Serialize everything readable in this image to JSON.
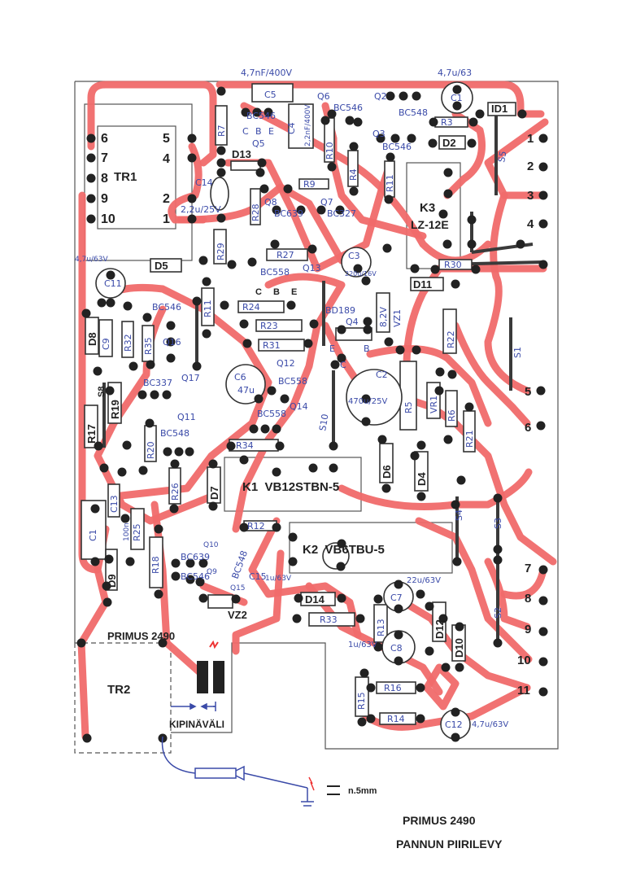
{
  "board": {
    "title": "PRIMUS 2490",
    "subtitle": "PANNUN PIIRILEVY",
    "tr2_label": "PRIMUS 2490",
    "spark_gap": "KIPINÄVÄLI",
    "gap_size": "n.5mm"
  },
  "tr1": {
    "name": "TR1",
    "pins": [
      "6",
      "7",
      "8",
      "9",
      "10",
      "5",
      "4",
      "2",
      "1"
    ]
  },
  "tr2": {
    "name": "TR2"
  },
  "k1": {
    "name": "K1  VB12STBN-5"
  },
  "k2": {
    "name": "K2  VB6TBU-5"
  },
  "k3": {
    "name": "K3",
    "type": "LZ-12E"
  },
  "terminals": [
    "1",
    "2",
    "3",
    "4",
    "5",
    "6",
    "7",
    "8",
    "9",
    "10",
    "11"
  ],
  "diodes": {
    "d1": "ID1",
    "d2": "D2",
    "d4": "D4",
    "d5": "D5",
    "d6": "D6",
    "d7": "D7",
    "d8": "D8",
    "d9": "D9",
    "d10": "D10",
    "d11": "D11",
    "d12": "D12",
    "d13": "D13",
    "d14": "D14",
    "vz1": "VZ1",
    "vz1_val": "8,2V",
    "vz2": "VZ2"
  },
  "resistors": {
    "r3": "R3",
    "r4": "R4",
    "r5": "R5",
    "r6": "R6",
    "r7": "R7",
    "r9": "R9",
    "r10": "R10",
    "r11": "R11",
    "r12": "R12",
    "r13": "R13",
    "r14": "R14",
    "r15": "R15",
    "r16": "R16",
    "r17": "R17",
    "r18": "R18",
    "r19": "R19",
    "r20": "R20",
    "r21": "R21",
    "r22": "R22",
    "r23": "R23",
    "r24": "R24",
    "r25": "R25",
    "r26": "R26",
    "r27": "R27",
    "r28": "R28",
    "r29": "R29",
    "r30": "R30",
    "r31": "R31",
    "r32": "R32",
    "r33": "R33",
    "r34": "R34",
    "r35": "R35",
    "vr1": "VR1"
  },
  "capacitors": {
    "c1": "C1",
    "c1_val": "4,7u/63",
    "c2": "C2",
    "c2_val": "470u/25V",
    "c3": "C3",
    "c3_val": "220u/16V",
    "c4": "C4",
    "c4_val": "2,2nF/400V",
    "c5": "C5",
    "c5_val": "4,7nF/400V",
    "c6": "C6",
    "c6_val": "47u",
    "c7": "C7",
    "c7_val": "22u/63V",
    "c8": "C8",
    "c8_val": "1u/63V",
    "c9": "C9",
    "c11": "C11",
    "c11_val": "4,7u/63V",
    "c12": "C12",
    "c12_val": "4,7u/63V",
    "c13": "C13",
    "c13_val": "100n",
    "c14": "C14",
    "c14_val": "2,2u/25V",
    "c15": "C15",
    "c15_val": "1u/63V"
  },
  "transistors": {
    "q2": "Q2",
    "q2_t": "BC548",
    "q3": "Q3",
    "q3_t": "BC546",
    "q4": "Q4",
    "q4_t": "BD189",
    "q5": "Q5",
    "q5_t": "BC546",
    "q6": "Q6",
    "q6_t": "BC546",
    "q7": "Q7",
    "q7_t": "BC327",
    "q8": "Q8",
    "q8_t": "BC639",
    "q9": "Q9",
    "q9_t": "BC546",
    "q10": "Q10",
    "q10_t": "BC639",
    "q11": "Q11",
    "q11_t": "BC548",
    "q12": "Q12",
    "q12_t": "BC558",
    "q13": "Q13",
    "q13_t": "BC558",
    "q14": "Q14",
    "q14_t": "BC558",
    "q15": "Q15",
    "q15_t": "BC548",
    "q16": "Q16",
    "q16_t": "BC546",
    "q17": "Q17",
    "q17_t": "BC337"
  },
  "pins": {
    "c": "C",
    "b": "B",
    "e": "E"
  },
  "jumpers": {
    "s1": "S1",
    "s2": "S2",
    "s3": "S3",
    "s4": "S4",
    "s5": "S5",
    "s8": "S8",
    "s10": "S10"
  }
}
